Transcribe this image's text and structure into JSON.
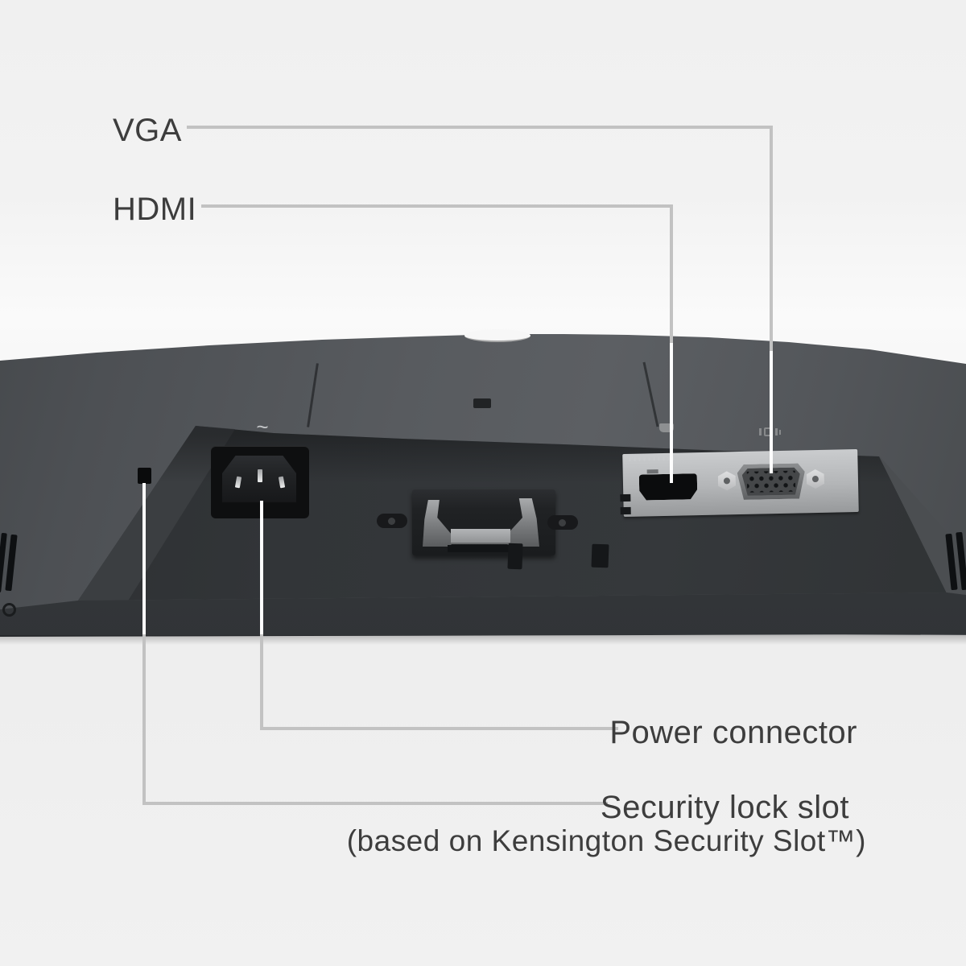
{
  "diagram": {
    "title": "Monitor rear ports diagram",
    "labels": {
      "vga": "VGA",
      "hdmi": "HDMI",
      "power": "Power connector",
      "security_line1": "Security lock slot",
      "security_line2": "(based on Kensington Security Slot™)"
    },
    "symbols": {
      "ac_power": "~"
    },
    "colors": {
      "background": "#f0f0f0",
      "monitor_body": "#54575b",
      "recess": "#323538",
      "panel_silver": "#b9babc",
      "leader_line_gray": "#c2c2c2",
      "leader_line_white": "#fdfdfd",
      "label_text": "#3d3d3d"
    }
  }
}
